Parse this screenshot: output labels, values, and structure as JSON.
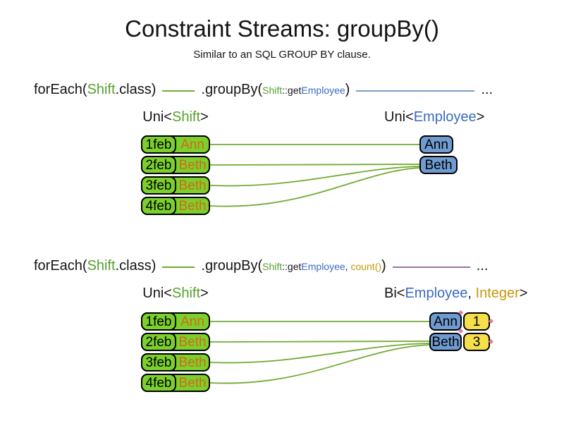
{
  "title": "Constraint Streams: groupBy()",
  "subtitle": "Similar to an SQL GROUP BY clause.",
  "colors": {
    "shift_box_green": "#7cd02c",
    "green_text": "#56a02e",
    "connector_green": "#72aa34",
    "employee_box_blue": "#6f9bd1",
    "blue_text": "#3b6bbf",
    "stream_line_blue": "#7a9ec9",
    "orange_text": "#d2691e",
    "gold_text": "#c3990a",
    "integer_box_yellow": "#f5e04b",
    "stream_line_purple": "#9673a6"
  },
  "sections": [
    {
      "code": {
        "foreach_kw": "forEach(",
        "foreach_type": "Shift",
        "foreach_end": ".class)",
        "groupby_kw": ".groupBy(",
        "arg_class": "Shift",
        "arg_method": "::get",
        "arg_type": "Employee",
        "groupby_end": ")",
        "ellipsis": "..."
      },
      "left_label": {
        "pre": "Uni<",
        "type": "Shift",
        "post": ">"
      },
      "right_label": {
        "pre": "Uni<",
        "type1": "Employee",
        "post": ">"
      },
      "shifts": [
        {
          "date": "1feb",
          "employee": "Ann"
        },
        {
          "date": "2feb",
          "employee": "Beth"
        },
        {
          "date": "3feb",
          "employee": "Beth"
        },
        {
          "date": "4feb",
          "employee": "Beth"
        }
      ],
      "groups": [
        {
          "employee": "Ann"
        },
        {
          "employee": "Beth"
        }
      ]
    },
    {
      "code": {
        "foreach_kw": "forEach(",
        "foreach_type": "Shift",
        "foreach_end": ".class)",
        "groupby_kw": ".groupBy(",
        "arg_class": "Shift",
        "arg_method": "::get",
        "arg_type": "Employee",
        "arg_sep": ", ",
        "arg_collector": "count()",
        "groupby_end": ")",
        "ellipsis": "..."
      },
      "left_label": {
        "pre": "Uni<",
        "type": "Shift",
        "post": ">"
      },
      "right_label": {
        "pre": "Bi<",
        "type1": "Employee",
        "sep": ", ",
        "type2": "Integer",
        "post": ">"
      },
      "shifts": [
        {
          "date": "1feb",
          "employee": "Ann"
        },
        {
          "date": "2feb",
          "employee": "Beth"
        },
        {
          "date": "3feb",
          "employee": "Beth"
        },
        {
          "date": "4feb",
          "employee": "Beth"
        }
      ],
      "groups": [
        {
          "employee": "Ann",
          "count": "1"
        },
        {
          "employee": "Beth",
          "count": "3"
        }
      ]
    }
  ]
}
